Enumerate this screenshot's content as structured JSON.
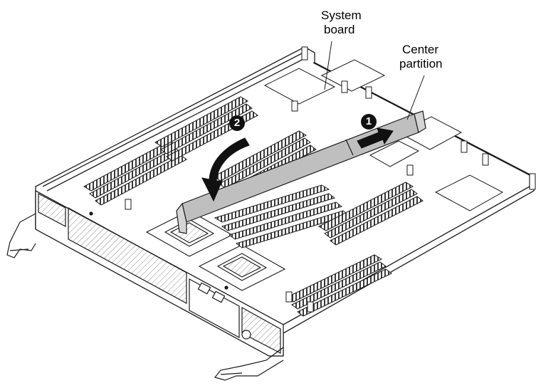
{
  "callouts": {
    "system_board": [
      "System",
      "board"
    ],
    "center_partition": [
      "Center",
      "partition"
    ]
  },
  "steps": {
    "step1": "1",
    "step2": "2"
  },
  "colors": {
    "line": "#1a1a1a",
    "partition_fill": "#bfbfbf",
    "arrow_fill": "#111111",
    "dimm_dark": "#3a3a3a",
    "dimm_light": "#9a9a9a",
    "panel_hatch": "#8c8c8c"
  }
}
